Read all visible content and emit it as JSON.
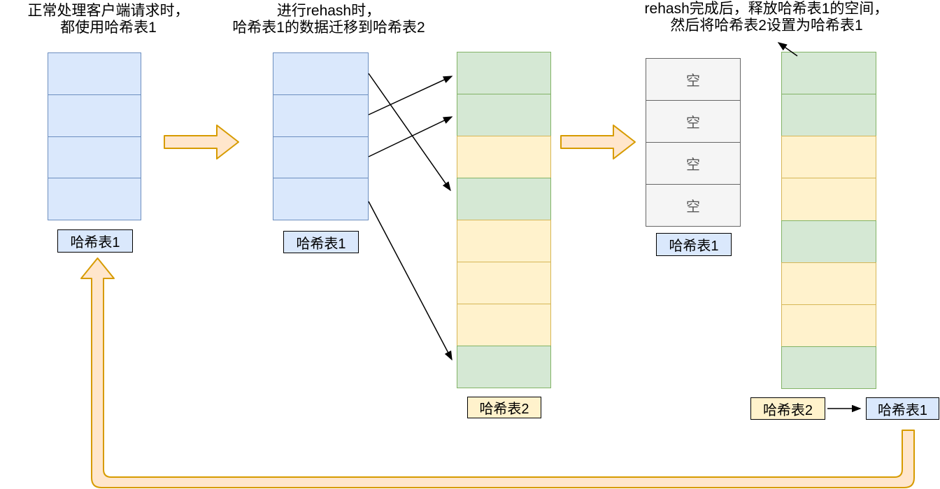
{
  "captions": {
    "step1": {
      "line1": "正常处理客户端请求时，",
      "line2": "都使用哈希表1"
    },
    "step2": {
      "line1": "进行rehash时，",
      "line2": "哈希表1的数据迁移到哈希表2"
    },
    "step3": {
      "line1": "rehash完成后，释放哈希表1的空间，",
      "line2": "然后将哈希表2设置为哈希表1"
    }
  },
  "labels": {
    "table1": "哈希表1",
    "table2": "哈希表1",
    "table3": "哈希表2",
    "table4": "哈希表1",
    "table5_old": "哈希表2",
    "table5_new": "哈希表1"
  },
  "empty_cell_text": "空",
  "tables": {
    "step1_table1": [
      "blue",
      "blue",
      "blue",
      "blue"
    ],
    "step2_table1": [
      "blue",
      "blue",
      "blue",
      "blue"
    ],
    "step2_table2": [
      "green",
      "green",
      "yellow",
      "green",
      "yellow",
      "yellow",
      "yellow",
      "green"
    ],
    "step3_table1": [
      {
        "color": "gray",
        "text": "空"
      },
      {
        "color": "gray",
        "text": "空"
      },
      {
        "color": "gray",
        "text": "空"
      },
      {
        "color": "gray",
        "text": "空"
      }
    ],
    "step3_table2": [
      "green",
      "green",
      "yellow",
      "yellow",
      "green",
      "yellow",
      "yellow",
      "green"
    ]
  },
  "colors": {
    "blue_fill": "#dae8fc",
    "blue_stroke": "#6c8ebf",
    "green_fill": "#d5e8d4",
    "green_stroke": "#82b366",
    "yellow_fill": "#fff2cc",
    "yellow_stroke": "#d6b656",
    "gray_fill": "#f5f5f5",
    "gray_stroke": "#666666",
    "orange_fill": "#ffe6cc",
    "orange_stroke": "#d79b00",
    "connector_black": "#000000",
    "empty_text_gray": "#595959"
  }
}
